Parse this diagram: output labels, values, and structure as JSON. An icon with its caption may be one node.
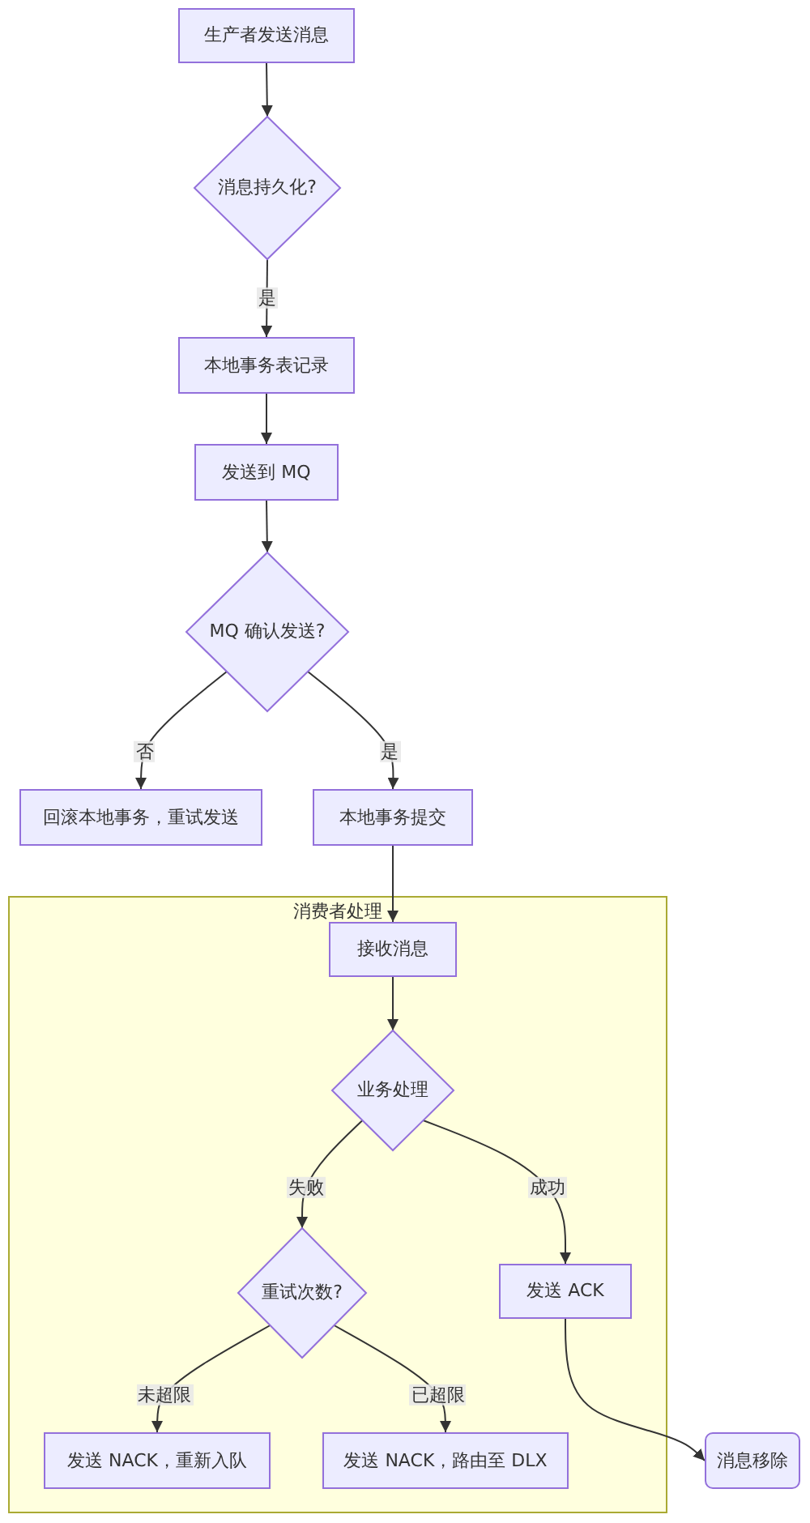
{
  "diagram": {
    "nodes": [
      {
        "text": [
          "生产者发送消息"
        ]
      },
      {
        "text": [
          "消息持久化?"
        ]
      },
      {
        "text": [
          "本地事务表记录"
        ]
      },
      {
        "text": [
          "发送到 MQ"
        ]
      },
      {
        "text": [
          "MQ 确认发送?"
        ]
      },
      {
        "text": [
          "回滚本地事务，重试发送"
        ]
      },
      {
        "text": [
          "本地事务提交"
        ]
      },
      {
        "text": [
          "消费者处理"
        ]
      },
      {
        "text": [
          "接收消息"
        ],
        "in": 7
      },
      {
        "text": [
          "业务处理"
        ],
        "in": 7
      },
      {
        "text": [
          "重试次数?"
        ],
        "in": 7
      },
      {
        "text": [
          "发送 ACK"
        ],
        "in": 7
      },
      {
        "text": [
          "发送 NACK，重新入队"
        ],
        "in": 7
      },
      {
        "text": [
          "发送 NACK，路由至 DLX"
        ],
        "in": 7
      },
      {
        "text": [
          "消息移除"
        ]
      }
    ],
    "edges": [
      {
        "from": 0,
        "to": 1,
        "arrow": "to"
      },
      {
        "from": 1,
        "to": 2,
        "arrow": "to",
        "label": "是"
      },
      {
        "from": 2,
        "to": 3,
        "arrow": "to"
      },
      {
        "from": 3,
        "to": 4,
        "arrow": "to"
      },
      {
        "from": 4,
        "to": 5,
        "arrow": "to",
        "label": "否"
      },
      {
        "from": 4,
        "to": 6,
        "arrow": "to",
        "label": "是"
      },
      {
        "from": 6,
        "to": 8,
        "arrow": "to"
      },
      {
        "from": 8,
        "to": 9,
        "arrow": "to"
      },
      {
        "from": 9,
        "to": 10,
        "arrow": "to",
        "label": "失败"
      },
      {
        "from": 9,
        "to": 11,
        "arrow": "to",
        "label": "成功"
      },
      {
        "from": 10,
        "to": 12,
        "arrow": "to",
        "label": "未超限"
      },
      {
        "from": 10,
        "to": 13,
        "arrow": "to",
        "label": "已超限"
      },
      {
        "from": 11,
        "to": 14,
        "arrow": "to"
      }
    ]
  }
}
